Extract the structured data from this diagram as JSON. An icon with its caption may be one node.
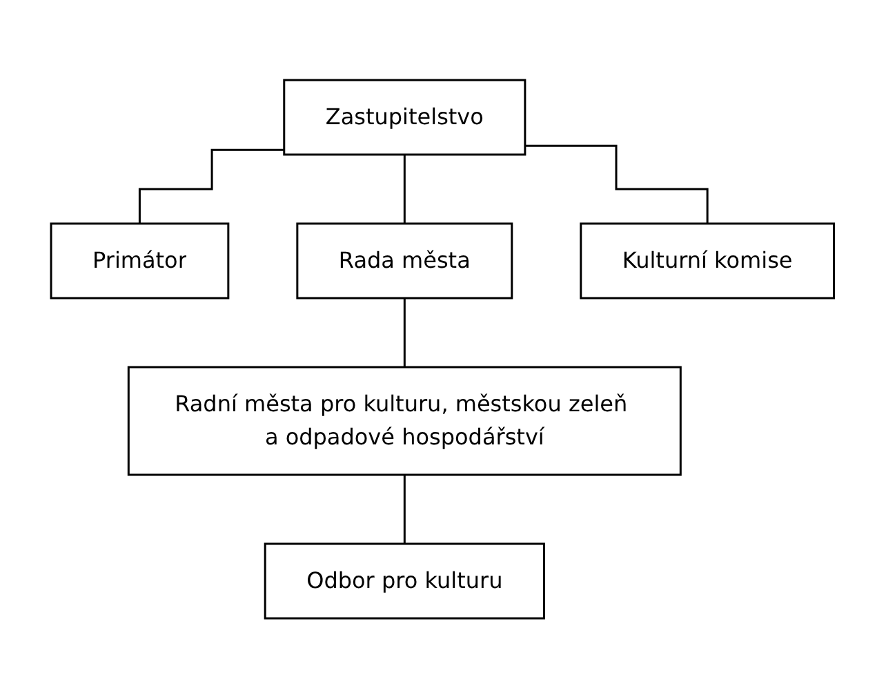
{
  "diagram": {
    "nodes": [
      {
        "text": [
          "Zastupitelstvo"
        ]
      },
      {
        "text": [
          "Primátor"
        ]
      },
      {
        "text": [
          "Rada města"
        ]
      },
      {
        "text": [
          "Kulturní komise"
        ]
      },
      {
        "text": [
          "Radní města pro kulturu, městskou zeleň a odpadové hospodářství"
        ]
      },
      {
        "text": [
          "Odbor pro kulturu"
        ]
      }
    ],
    "edges": [
      {
        "from": 0,
        "to": 1,
        "arrow": "none"
      },
      {
        "from": 0,
        "to": 2,
        "arrow": "none"
      },
      {
        "from": 0,
        "to": 3,
        "arrow": "none"
      },
      {
        "from": 2,
        "to": 4,
        "arrow": "none"
      },
      {
        "from": 4,
        "to": 5,
        "arrow": "none"
      }
    ]
  }
}
